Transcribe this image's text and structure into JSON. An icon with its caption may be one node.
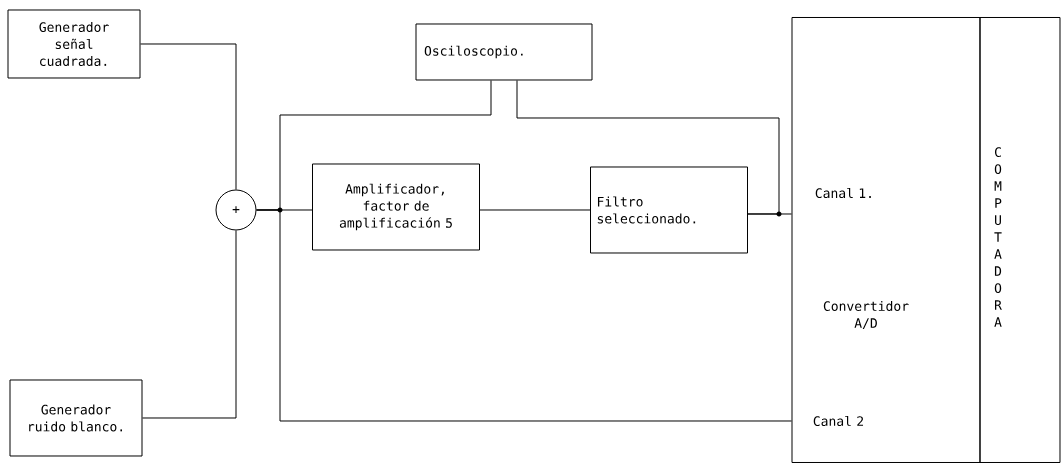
{
  "diagram": {
    "nodes": [
      {
        "text": [
          "Generador señal cuadrada."
        ]
      },
      {
        "text": [
          "Generador ruido blanco."
        ]
      },
      {
        "text": [
          "+"
        ]
      },
      {
        "text": [
          "Amplificador, factor de amplificación 5"
        ]
      },
      {
        "text": [
          "Filtro seleccionado."
        ]
      },
      {
        "text": [
          "Osciloscopio."
        ]
      },
      {
        "text": [
          "Canal 1.",
          "Convertidor A/D",
          "Canal 2"
        ]
      },
      {
        "text": [
          "COMPUTADORA"
        ]
      }
    ],
    "edges": [
      {
        "from": 0,
        "to": 2,
        "arrow": "none"
      },
      {
        "from": 1,
        "to": 2,
        "arrow": "none"
      },
      {
        "from": 2,
        "to": 3,
        "arrow": "none"
      },
      {
        "from": 2,
        "to": 5,
        "arrow": "none"
      },
      {
        "from": 2,
        "to": 6,
        "arrow": "none"
      },
      {
        "from": 3,
        "to": 4,
        "arrow": "none"
      },
      {
        "from": 4,
        "to": 6,
        "arrow": "none"
      },
      {
        "from": 4,
        "to": 5,
        "arrow": "none"
      }
    ]
  }
}
